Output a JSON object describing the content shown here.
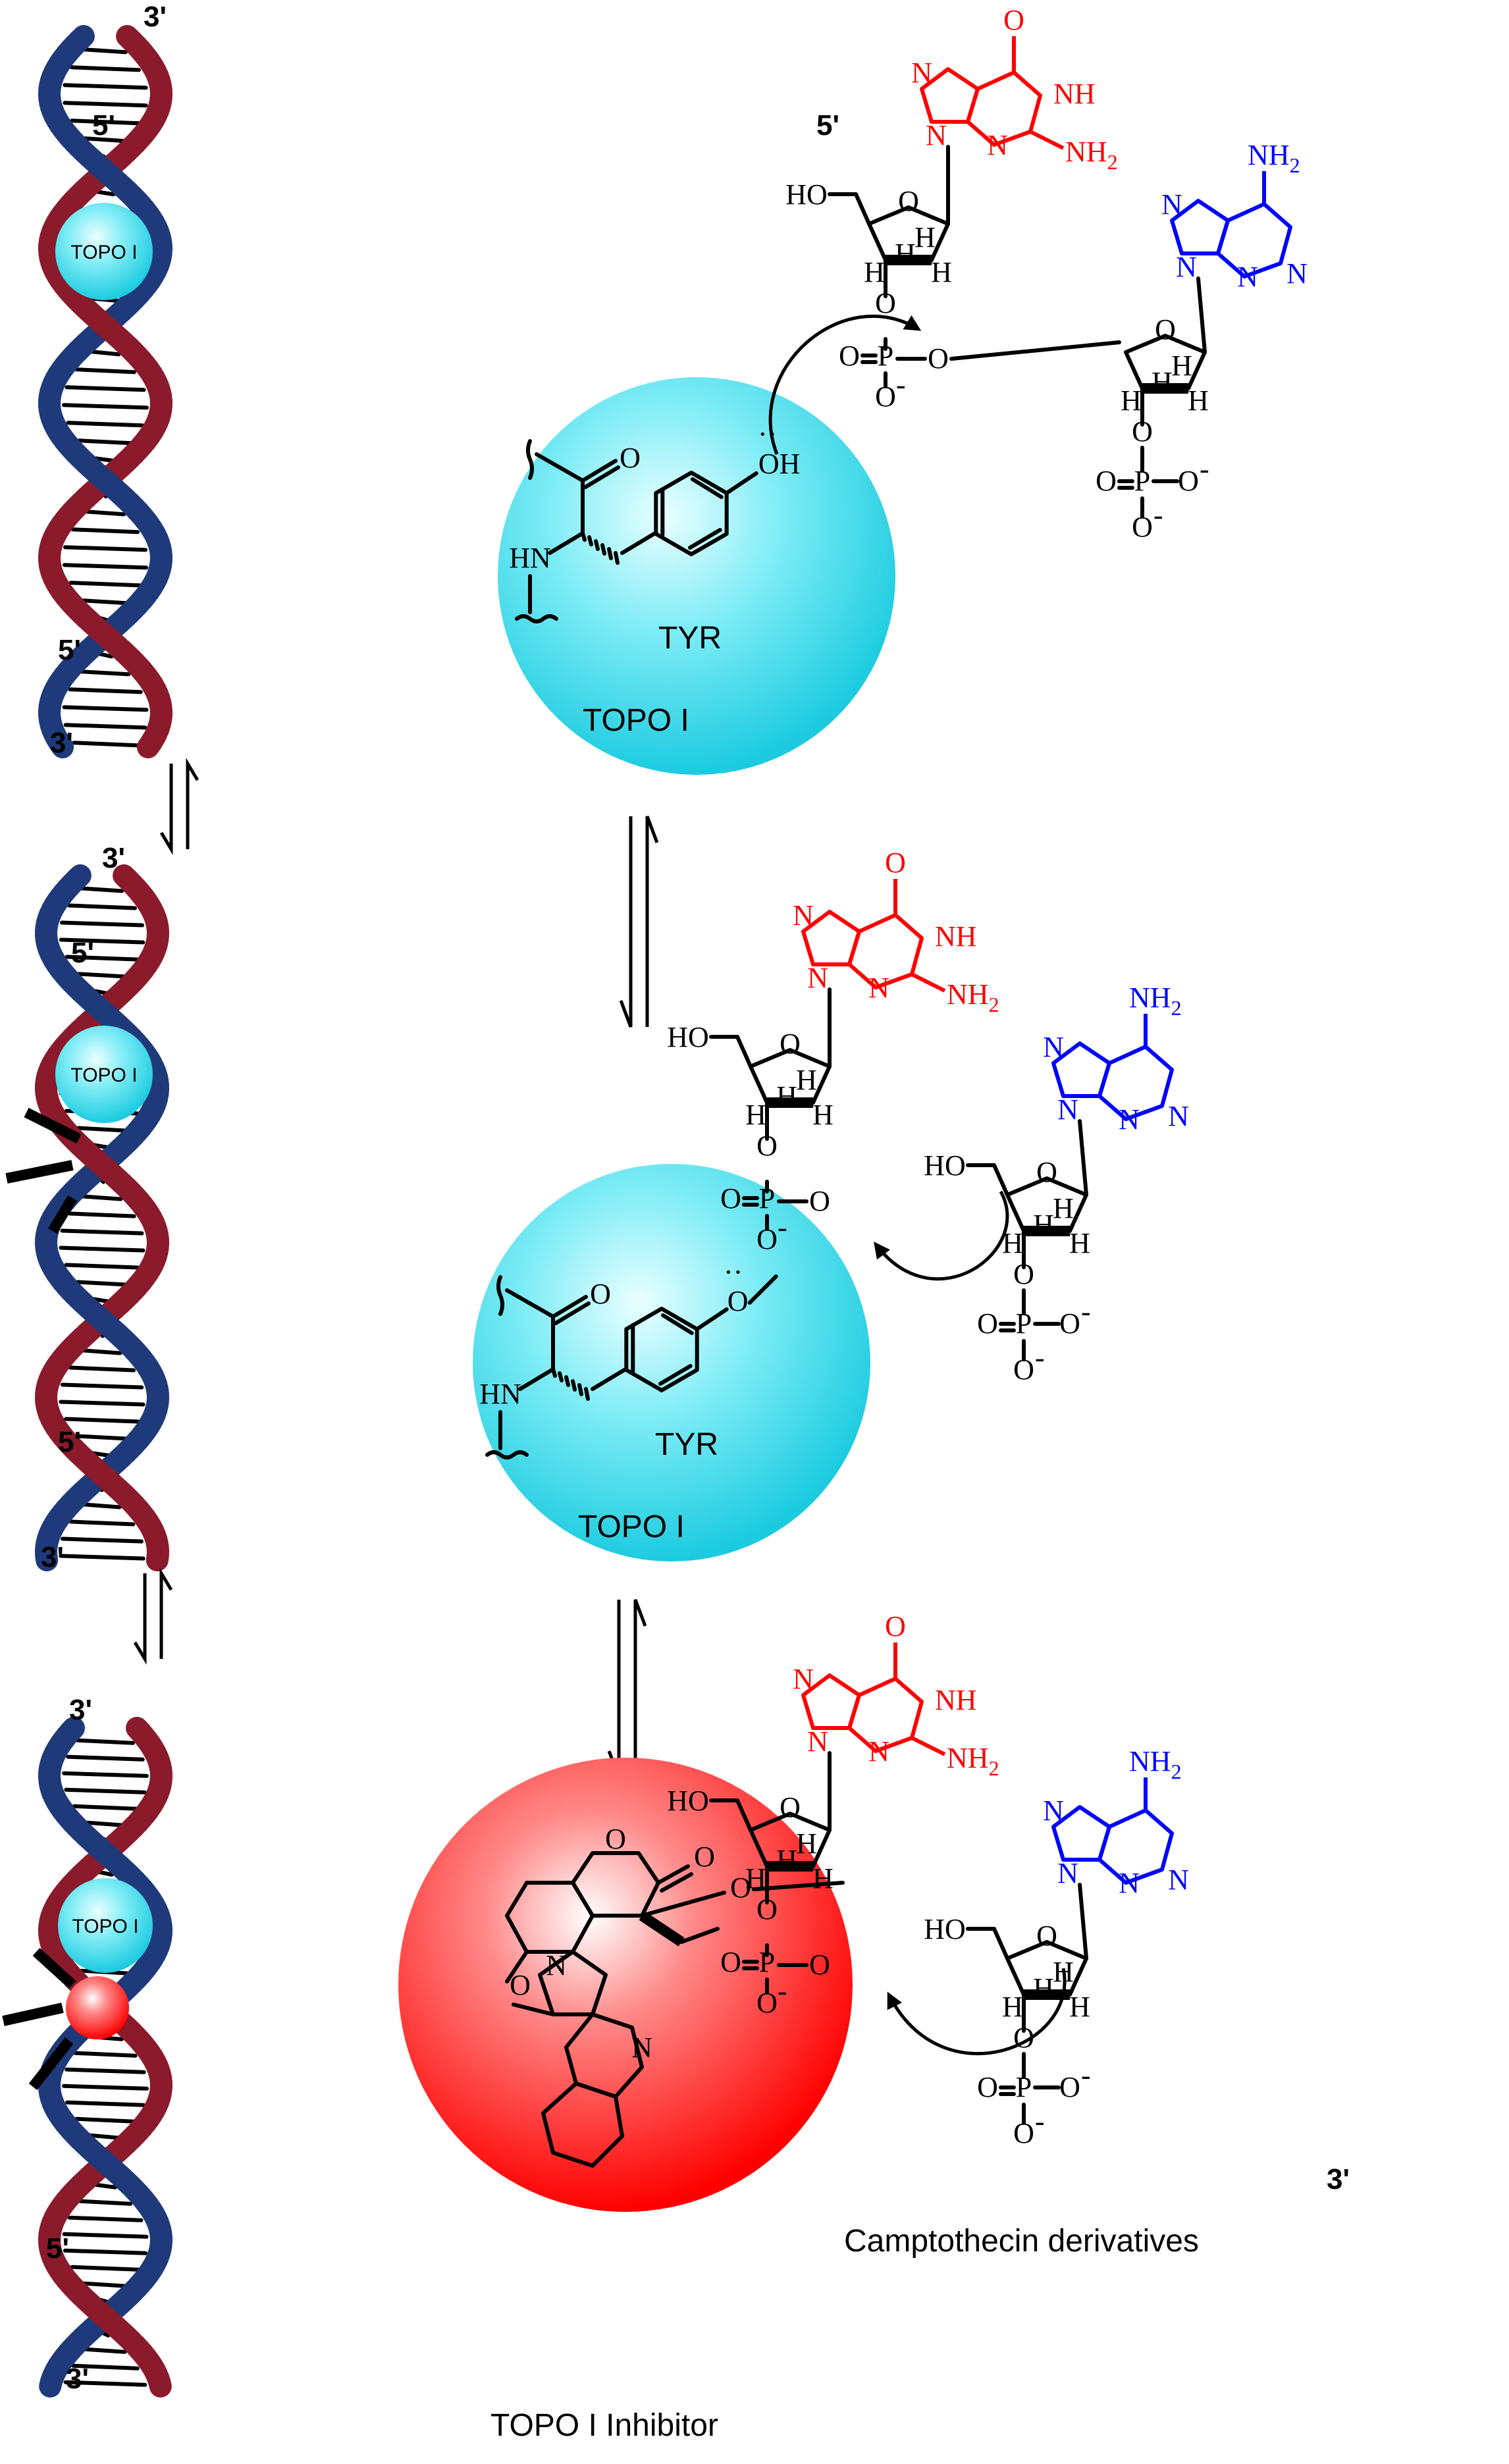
{
  "dna_panels": [
    {
      "top_3": "3'",
      "top_5": "5'",
      "bottom_5": "5'",
      "bottom_3": "3'",
      "protein": "TOPO I"
    },
    {
      "top_3": "3'",
      "top_5": "5'",
      "bottom_5": "5'",
      "bottom_3": "3'",
      "protein": "TOPO I"
    },
    {
      "top_3": "3'",
      "bottom_5": "5'",
      "bottom_3": "3'",
      "protein": "TOPO I"
    }
  ],
  "enzyme": {
    "name": "TOPO I",
    "residue": "TYR"
  },
  "strand_ends": {
    "five_prime": "5'",
    "three_prime": "3'"
  },
  "atoms": {
    "O": "O",
    "N": "N",
    "H": "H",
    "NH": "NH",
    "NH2": "NH",
    "NH2_sub": "2",
    "HO": "HO",
    "OH": "OH",
    "HN": "HN",
    "P": "P",
    "minus": "-"
  },
  "inhibitor": {
    "label": "TOPO I Inhibitor",
    "class_label": "Camptothecin derivatives"
  },
  "colors": {
    "guanine": "#ff0000",
    "adenine": "#0000ff",
    "enzyme_sphere": "#33d6e6",
    "inhibitor_sphere": "#ff0000",
    "dna_red": "#8b1a2b",
    "dna_blue": "#1f3a7a"
  }
}
